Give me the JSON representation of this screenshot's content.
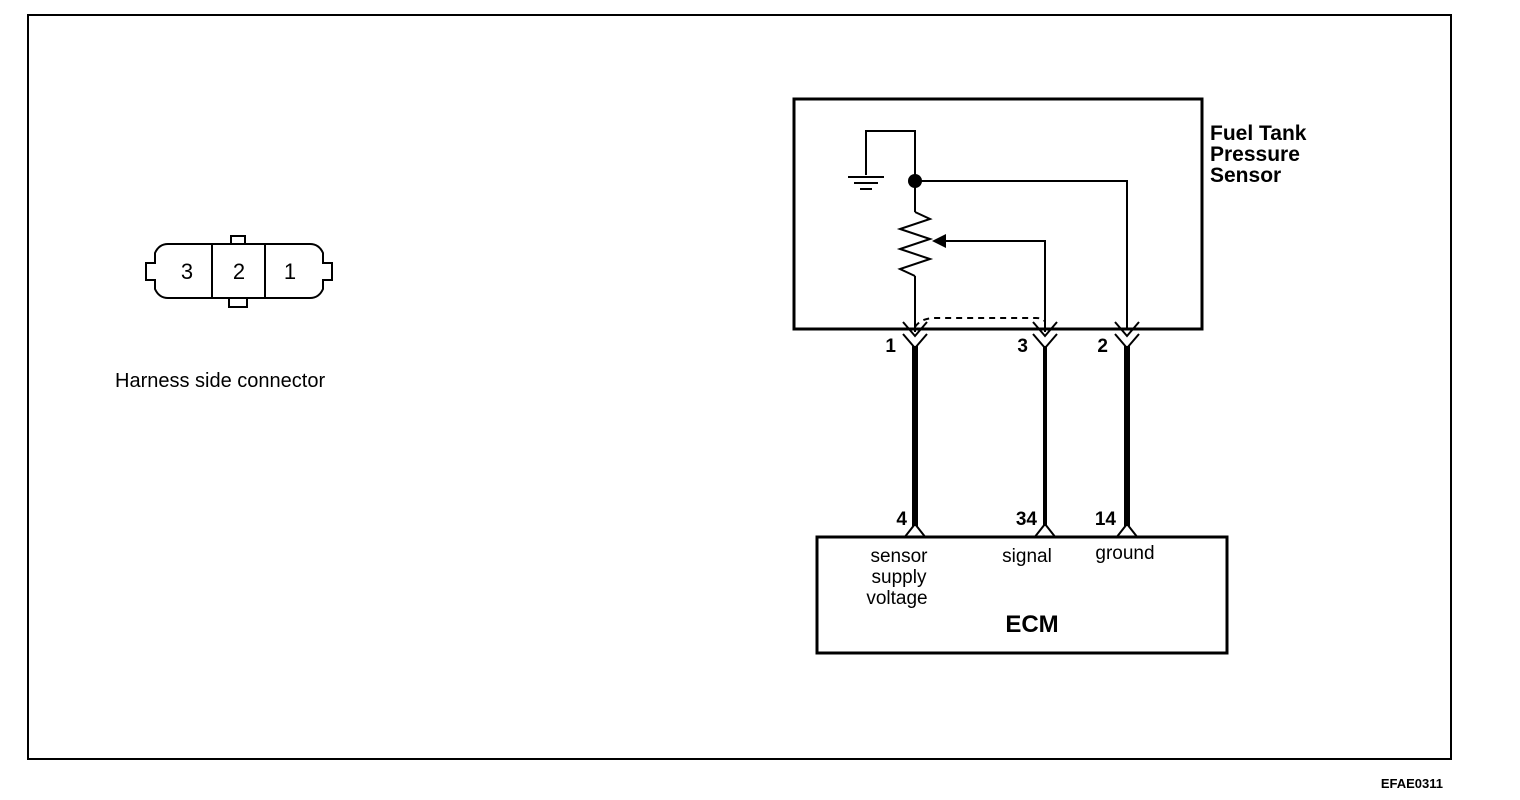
{
  "connector": {
    "caption": "Harness side connector",
    "cavities": [
      "3",
      "2",
      "1"
    ]
  },
  "sensor": {
    "title_lines": [
      "Fuel Tank",
      "Pressure",
      "Sensor"
    ],
    "pins": [
      "1",
      "3",
      "2"
    ]
  },
  "ecm": {
    "label": "ECM",
    "pins": [
      "4",
      "34",
      "14"
    ],
    "functions": {
      "supply": [
        "sensor",
        "supply",
        "voltage"
      ],
      "signal": "signal",
      "ground": "ground"
    }
  },
  "figure_code": "EFAE0311"
}
